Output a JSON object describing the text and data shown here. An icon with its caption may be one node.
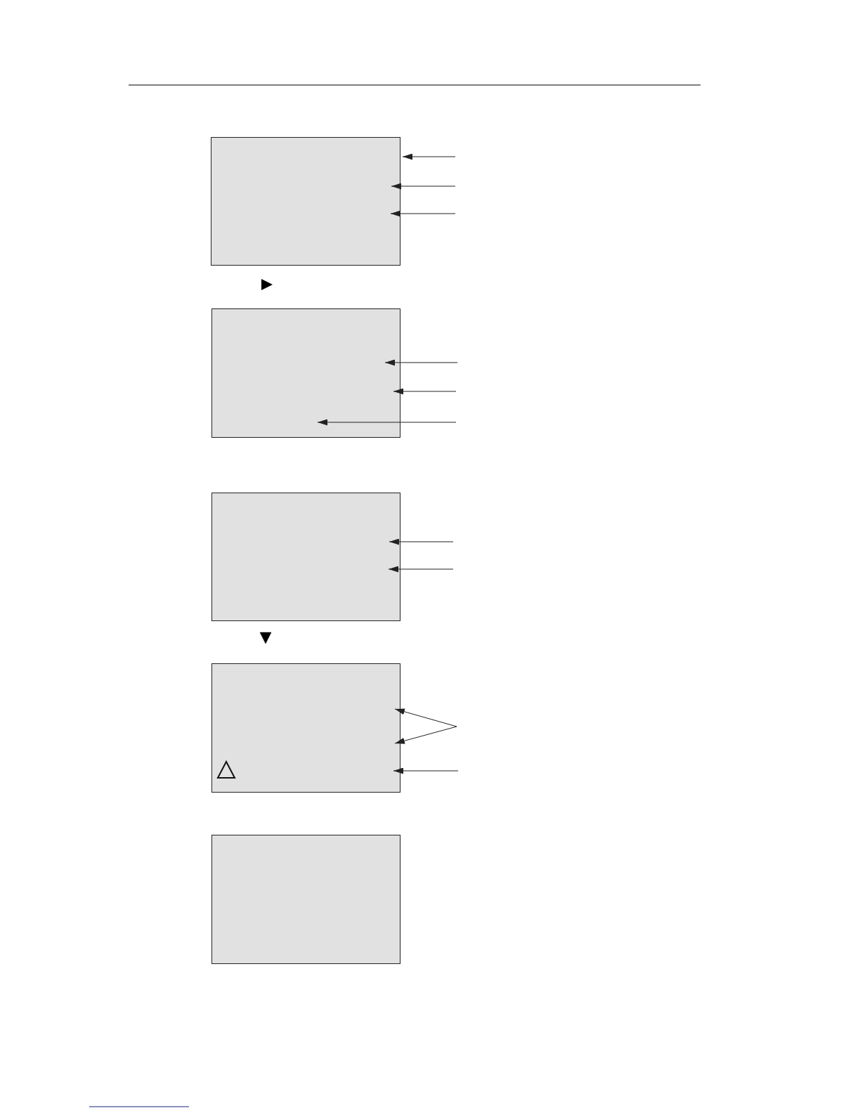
{
  "diagram": {
    "nodes": [
      {
        "text": [],
        "shape": "box"
      },
      {
        "text": [],
        "shape": "box"
      },
      {
        "text": [],
        "shape": "box"
      },
      {
        "text": [],
        "shape": "box"
      },
      {
        "text": [],
        "shape": "box"
      }
    ],
    "edges": [
      {
        "from": null,
        "to": 0,
        "arrow": "to"
      },
      {
        "from": null,
        "to": 0,
        "arrow": "to"
      },
      {
        "from": null,
        "to": 0,
        "arrow": "to"
      },
      {
        "from": null,
        "to": 1,
        "arrow": "to"
      },
      {
        "from": null,
        "to": 1,
        "arrow": "to"
      },
      {
        "from": null,
        "to": 1,
        "arrow": "to"
      },
      {
        "from": null,
        "to": 2,
        "arrow": "to"
      },
      {
        "from": null,
        "to": 2,
        "arrow": "to"
      },
      {
        "from": null,
        "to": 3,
        "arrow": "to"
      },
      {
        "from": null,
        "to": 3,
        "arrow": "to"
      },
      {
        "from": null,
        "to": 3,
        "arrow": "to"
      },
      {
        "from": 2,
        "to": 3,
        "arrow": "to"
      }
    ]
  }
}
